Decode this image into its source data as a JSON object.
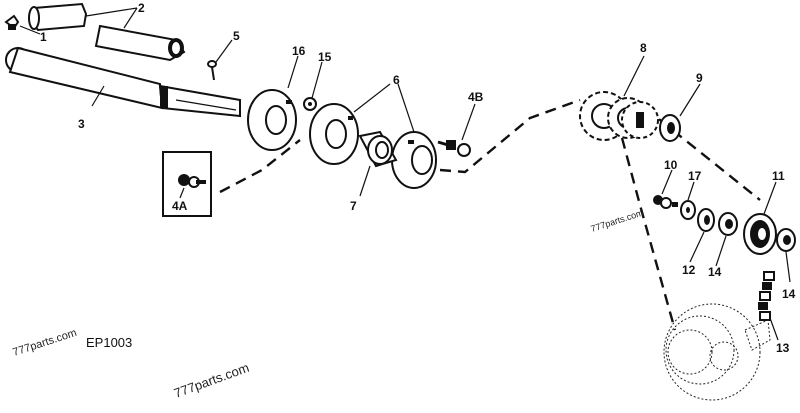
{
  "diagram": {
    "drawing_code": "EP1003",
    "callouts": [
      {
        "id": "c1",
        "text": "1"
      },
      {
        "id": "c2",
        "text": "2"
      },
      {
        "id": "c3",
        "text": "3"
      },
      {
        "id": "c4a",
        "text": "4A"
      },
      {
        "id": "c4b",
        "text": "4B"
      },
      {
        "id": "c5",
        "text": "5"
      },
      {
        "id": "c6",
        "text": "6"
      },
      {
        "id": "c7",
        "text": "7"
      },
      {
        "id": "c8",
        "text": "8"
      },
      {
        "id": "c9",
        "text": "9"
      },
      {
        "id": "c10",
        "text": "10"
      },
      {
        "id": "c11",
        "text": "11"
      },
      {
        "id": "c12",
        "text": "12"
      },
      {
        "id": "c13",
        "text": "13"
      },
      {
        "id": "c14a",
        "text": "14"
      },
      {
        "id": "c14b",
        "text": "14"
      },
      {
        "id": "c15",
        "text": "15"
      },
      {
        "id": "c16",
        "text": "16"
      },
      {
        "id": "c17",
        "text": "17"
      }
    ],
    "watermarks": [
      "777parts.com",
      "777parts.com",
      "777parts.com"
    ]
  }
}
